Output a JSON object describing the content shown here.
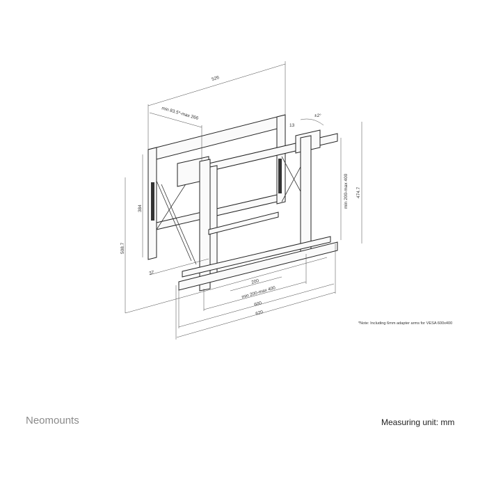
{
  "dimensions": {
    "overall_depth": "526",
    "depth_range": "min 83.5*-max 266",
    "tilt": "±2°",
    "knob": "13",
    "vertical_vesa": "min 200-max 400",
    "height_right": "474.7",
    "height_back": "384",
    "height_total": "508.7",
    "offset": "37",
    "center_spacing": "200",
    "horizontal_vesa": "min 200-max 400",
    "width_vesa": "600",
    "width_total": "620"
  },
  "note": "*Note: Including 6mm adapter arms for VESA 600x400",
  "brand": "Neomounts",
  "unit_label": "Measuring unit: mm"
}
